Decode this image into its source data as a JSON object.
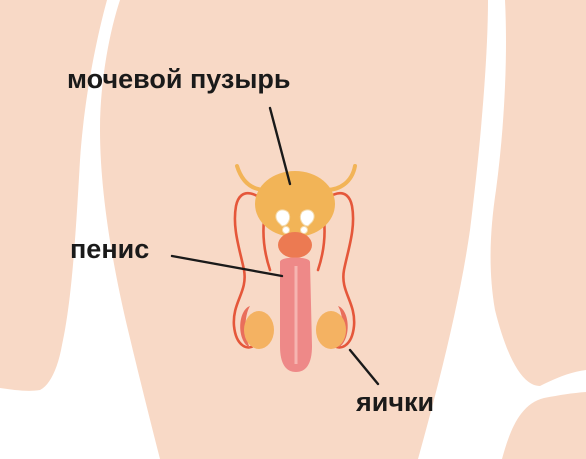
{
  "labels": {
    "bladder": "мочевой пузырь",
    "penis": "пенис",
    "testes": "яички"
  },
  "colors": {
    "skin": "#f8d9c6",
    "bladder": "#f2b457",
    "vas_deferens": "#e5573a",
    "penis": "#ee8988",
    "prostate": "#ec7a52",
    "testis": "#f4b262",
    "epididymis": "#e96e5b",
    "leader_line": "#1a1a1a"
  }
}
